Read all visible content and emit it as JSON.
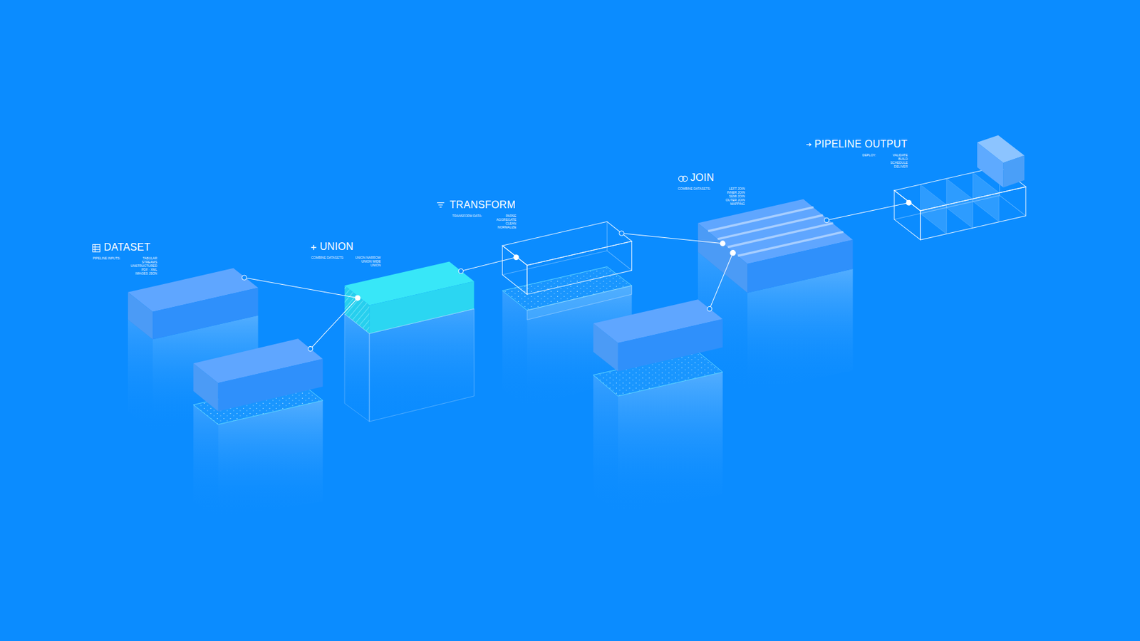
{
  "diagram": {
    "nodes": [
      {
        "text": [
          "DATASET",
          "PIPELINE INPUTS:",
          "TABULAR STREAMS UNSTRUCTURED PDF · XML IMAGES JSON"
        ]
      },
      {
        "text": [
          "UNION",
          "COMBINE DATASETS:",
          "UNION NARROW UNION WIDE UNION"
        ]
      },
      {
        "text": [
          "TRANSFORM",
          "TRANSFORM DATA:",
          "PARSE AGGREGATE CLEAN NORMALIZE"
        ]
      },
      {
        "text": [
          "JOIN",
          "COMBINE DATASETS:",
          "LEFT JOIN INNER JOIN SEMI JOIN OUTER JOIN MAPPING"
        ]
      },
      {
        "text": [
          "PIPELINE OUTPUT",
          "DEPLOY:",
          "VALIDATE BUILD SCHEDULE DELIVER"
        ]
      }
    ],
    "edges": [
      {
        "from": 0,
        "to": 1,
        "arrow": "none"
      },
      {
        "from": 1,
        "to": 2,
        "arrow": "none"
      },
      {
        "from": 2,
        "to": 3,
        "arrow": "none"
      },
      {
        "from": 3,
        "to": 4,
        "arrow": "none"
      }
    ]
  }
}
